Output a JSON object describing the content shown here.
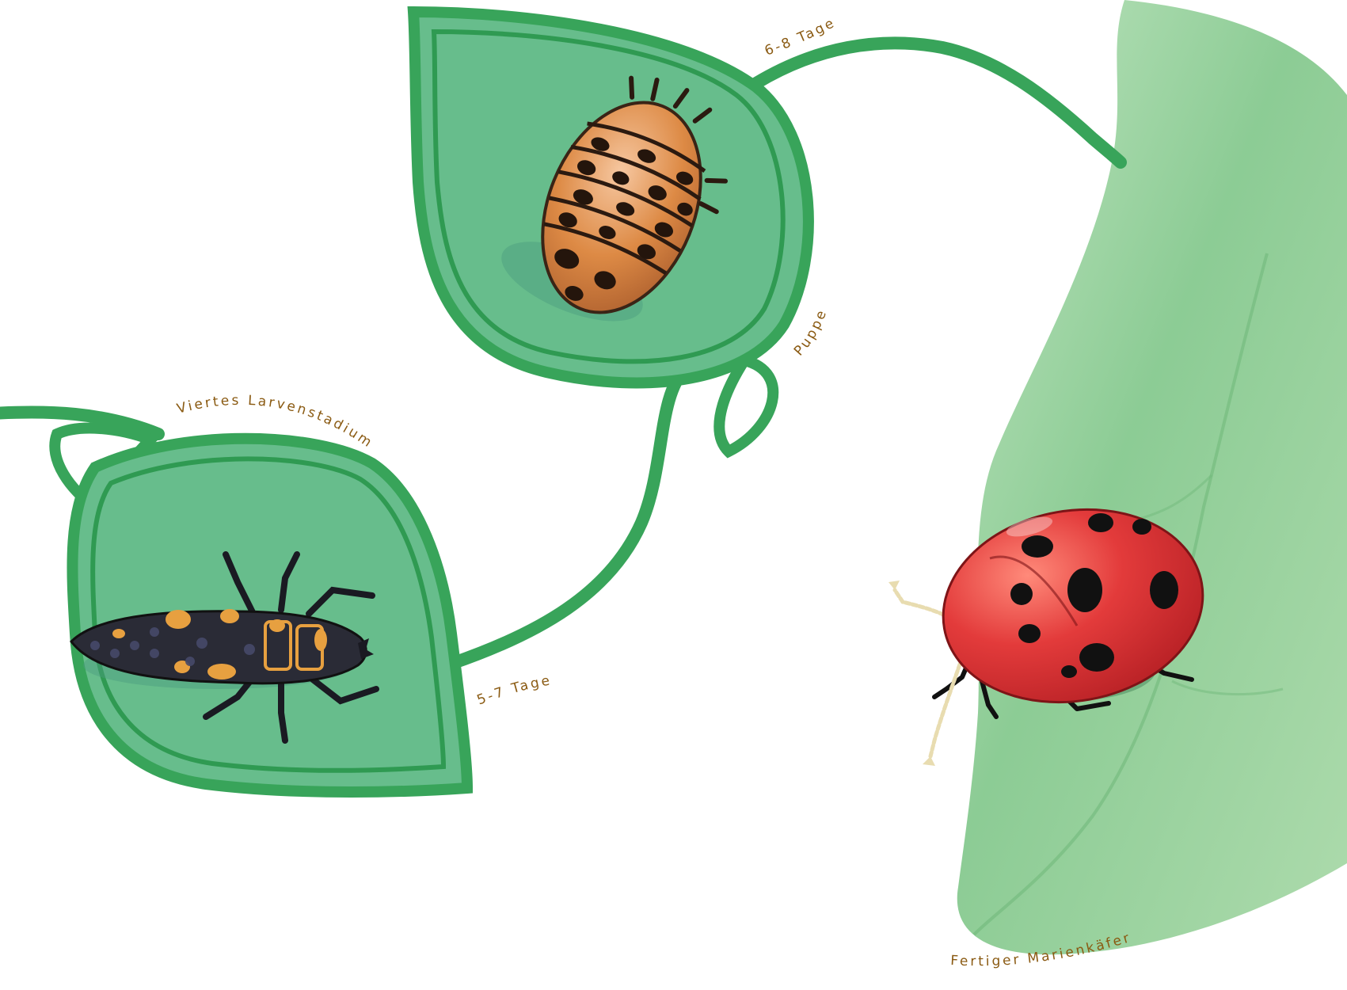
{
  "colors": {
    "stem": "#38a45a",
    "leaf_fill": "#67bd8c",
    "leaf_outline": "#34a158",
    "big_leaf": "#8fcc94",
    "label": "#8a5a12",
    "ladybug_red": "#e23a3a",
    "pupa_orange": "#d8843c",
    "larva_dark": "#2a2b36",
    "larva_spot": "#e7a040"
  },
  "labels": {
    "duration_upper": "6-8 Tage",
    "stage_pupa": "Puppe",
    "stage_larva": "Viertes Larvenstadium",
    "duration_lower": "5-7 Tage",
    "stage_adult": "Fertiger Marienkäfer"
  },
  "illustrations": {
    "larva": "ladybug-larva",
    "pupa": "ladybug-pupa",
    "adult": "adult-ladybug"
  }
}
